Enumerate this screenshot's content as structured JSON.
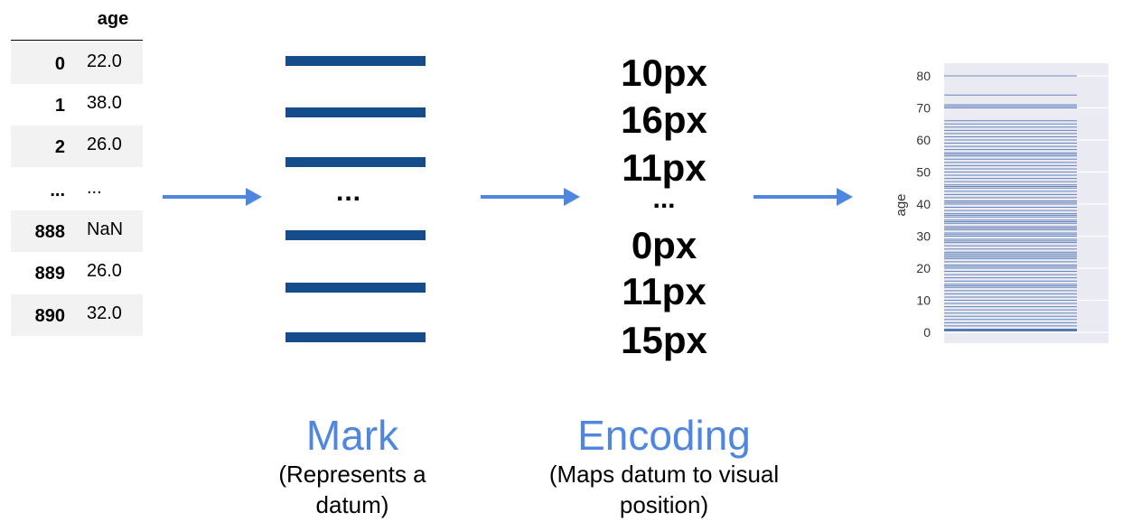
{
  "table": {
    "header": "age",
    "rows": [
      {
        "index": "0",
        "value": "22.0"
      },
      {
        "index": "1",
        "value": "38.0"
      },
      {
        "index": "2",
        "value": "26.0"
      },
      {
        "index": "...",
        "value": "..."
      },
      {
        "index": "888",
        "value": "NaN"
      },
      {
        "index": "889",
        "value": "26.0"
      },
      {
        "index": "890",
        "value": "32.0"
      }
    ]
  },
  "mark": {
    "ellipsis": "...",
    "title": "Mark",
    "subtitle_line1": "(Represents a",
    "subtitle_line2": "datum)"
  },
  "encoding": {
    "values": [
      "10px",
      "16px",
      "11px",
      "...",
      "0px",
      "11px",
      "15px"
    ],
    "title": "Encoding",
    "subtitle_line1": "(Maps datum to visual",
    "subtitle_line2": "position)"
  },
  "colors": {
    "arrow": "#4f86e0",
    "mark_line": "#144c8c",
    "rug_line": "#4c72b0",
    "plot_bg": "#eaeaf2"
  },
  "chart_data": {
    "type": "rug",
    "ylabel": "age",
    "ylim": [
      0,
      81
    ],
    "yticks": [
      0,
      10,
      20,
      30,
      40,
      50,
      60,
      70,
      80
    ],
    "grid": true,
    "values": [
      0.42,
      0.67,
      0.75,
      0.83,
      0.92,
      1,
      2,
      3,
      4,
      5,
      6,
      7,
      8,
      9,
      10,
      11,
      12,
      13,
      14,
      14.5,
      15,
      16,
      17,
      18,
      19,
      20,
      20.5,
      21,
      22,
      23,
      23.5,
      24,
      24.5,
      25,
      26,
      27,
      28,
      28.5,
      29,
      30,
      30.5,
      31,
      32,
      32.5,
      33,
      34,
      34.5,
      35,
      36,
      36.5,
      37,
      38,
      39,
      40,
      40.5,
      41,
      42,
      43,
      44,
      45,
      45.5,
      46,
      47,
      48,
      49,
      50,
      51,
      52,
      53,
      54,
      55,
      55.5,
      56,
      57,
      58,
      59,
      60,
      61,
      62,
      63,
      64,
      65,
      66,
      70,
      70.5,
      71,
      74,
      80
    ]
  }
}
